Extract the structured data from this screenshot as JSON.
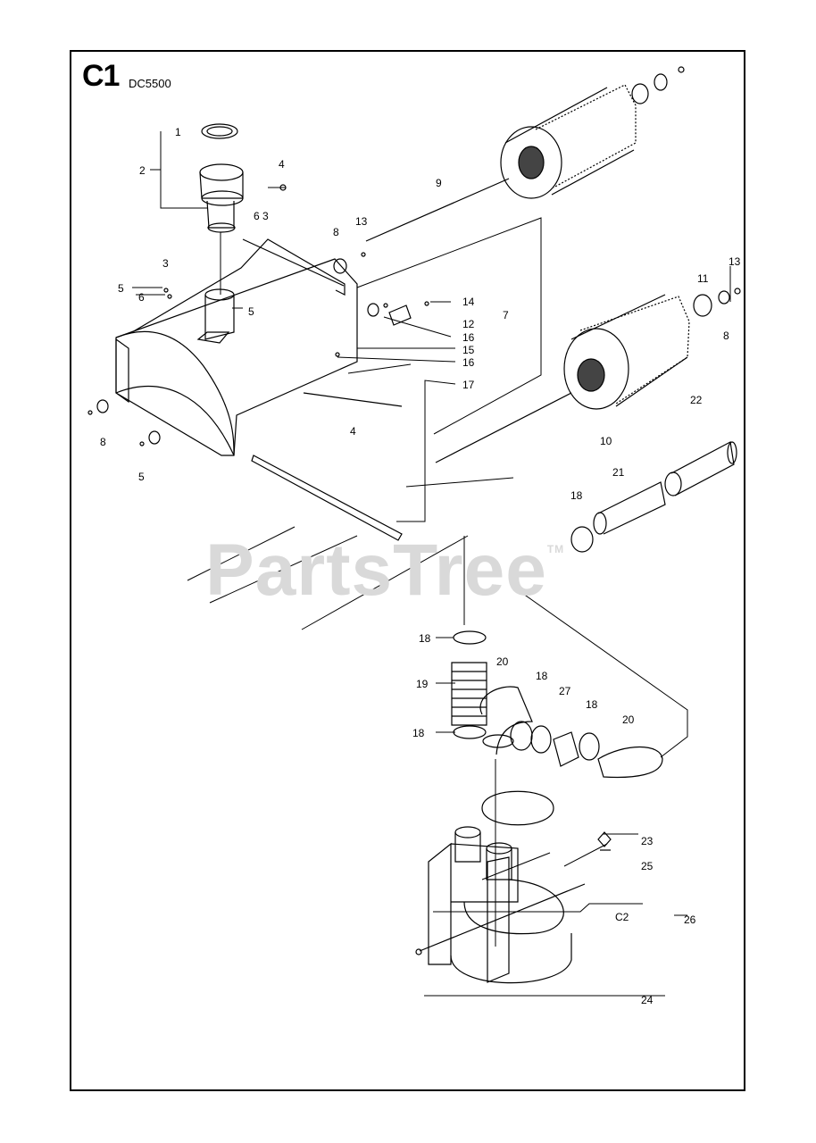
{
  "page": {
    "section_code": "C1",
    "model": "DC5500",
    "watermark": "PartsTree",
    "watermark_mark": "TM"
  },
  "callouts": [
    {
      "id": "c-1",
      "text": "1"
    },
    {
      "id": "c-2",
      "text": "2"
    },
    {
      "id": "c-4a",
      "text": "4"
    },
    {
      "id": "c-63",
      "text": "6 3"
    },
    {
      "id": "c-9",
      "text": "9"
    },
    {
      "id": "c-13a",
      "text": "13"
    },
    {
      "id": "c-8a",
      "text": "8"
    },
    {
      "id": "c-3",
      "text": "3"
    },
    {
      "id": "c-5a",
      "text": "5"
    },
    {
      "id": "c-6",
      "text": "6"
    },
    {
      "id": "c-5b",
      "text": "5"
    },
    {
      "id": "c-14",
      "text": "14"
    },
    {
      "id": "c-7",
      "text": "7"
    },
    {
      "id": "c-12",
      "text": "12"
    },
    {
      "id": "c-16a",
      "text": "16"
    },
    {
      "id": "c-15",
      "text": "15"
    },
    {
      "id": "c-16b",
      "text": "16"
    },
    {
      "id": "c-17",
      "text": "17"
    },
    {
      "id": "c-11",
      "text": "11"
    },
    {
      "id": "c-13b",
      "text": "13"
    },
    {
      "id": "c-8b",
      "text": "8"
    },
    {
      "id": "c-8c",
      "text": "8"
    },
    {
      "id": "c-4b",
      "text": "4"
    },
    {
      "id": "c-5c",
      "text": "5"
    },
    {
      "id": "c-10",
      "text": "10"
    },
    {
      "id": "c-22",
      "text": "22"
    },
    {
      "id": "c-21",
      "text": "21"
    },
    {
      "id": "c-18a",
      "text": "18"
    },
    {
      "id": "c-18b",
      "text": "18"
    },
    {
      "id": "c-19",
      "text": "19"
    },
    {
      "id": "c-20a",
      "text": "20"
    },
    {
      "id": "c-18c",
      "text": "18"
    },
    {
      "id": "c-27",
      "text": "27"
    },
    {
      "id": "c-18d",
      "text": "18"
    },
    {
      "id": "c-20b",
      "text": "20"
    },
    {
      "id": "c-18e",
      "text": "18"
    },
    {
      "id": "c-23",
      "text": "23"
    },
    {
      "id": "c-25",
      "text": "25"
    },
    {
      "id": "c-c2",
      "text": "C2"
    },
    {
      "id": "c-26",
      "text": "26"
    },
    {
      "id": "c-24",
      "text": "24"
    }
  ]
}
